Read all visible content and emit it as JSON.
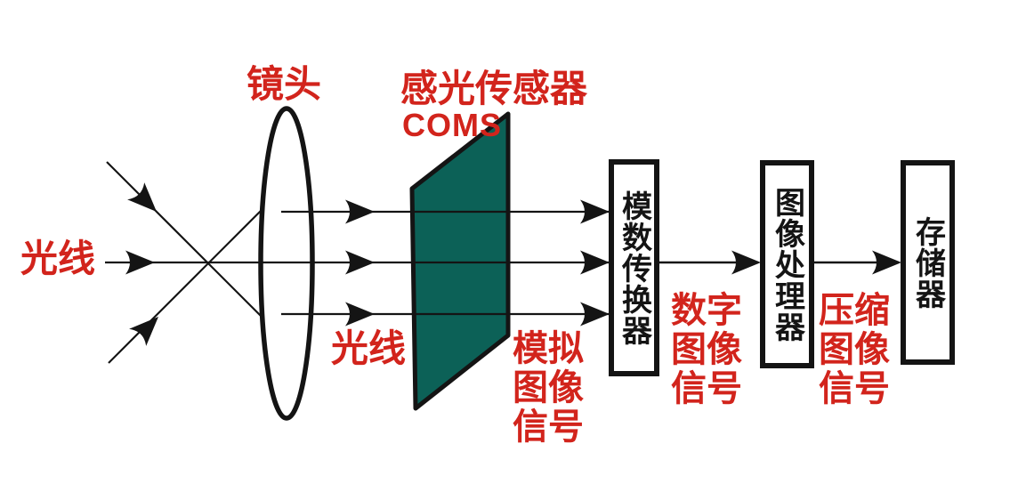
{
  "colors": {
    "label_red": "#d2241c",
    "line_black": "#141414",
    "sensor_fill": "#0c6157",
    "box_fill": "#ffffff"
  },
  "labels": {
    "light_in": "光线",
    "lens": "镜头",
    "sensor_title": "感光传感器",
    "sensor_subtitle": "COMS",
    "light_after_lens": "光线",
    "analog_signal": "模拟\n图像\n信号",
    "digital_signal": "数字\n图像\n信号",
    "compressed_signal": "压缩\n图像\n信号"
  },
  "boxes": {
    "adc_label": "模数传换器",
    "processor_label": "图像处理器",
    "memory_label": "存储器"
  }
}
